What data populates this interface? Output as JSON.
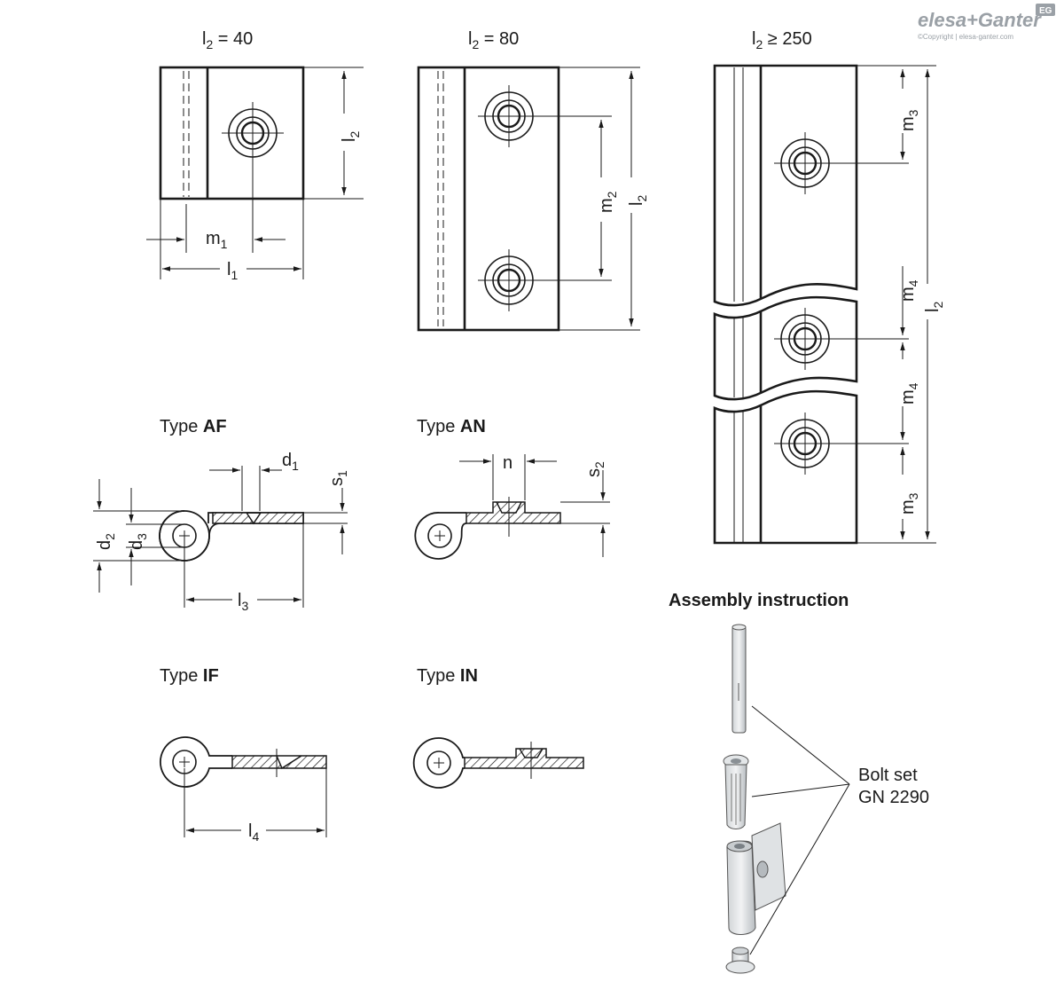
{
  "brand": {
    "name": "elesa+Ganter",
    "copyright": "©Copyright | elesa-ganter.com",
    "badge": "EG"
  },
  "views": {
    "l2_40": {
      "title_sym": "l",
      "title_sub": "2",
      "title_rest": " = 40"
    },
    "l2_80": {
      "title_sym": "l",
      "title_sub": "2",
      "title_rest": " = 80"
    },
    "l2_250": {
      "title_sym": "l",
      "title_sub": "2",
      "title_rest": " ≥ 250"
    }
  },
  "dims": {
    "l1": {
      "sym": "l",
      "sub": "1"
    },
    "l2": {
      "sym": "l",
      "sub": "2"
    },
    "l3": {
      "sym": "l",
      "sub": "3"
    },
    "l4": {
      "sym": "l",
      "sub": "4"
    },
    "m1": {
      "sym": "m",
      "sub": "1"
    },
    "m2": {
      "sym": "m",
      "sub": "2"
    },
    "m3": {
      "sym": "m",
      "sub": "3"
    },
    "m4": {
      "sym": "m",
      "sub": "4"
    },
    "d1": {
      "sym": "d",
      "sub": "1"
    },
    "d2": {
      "sym": "d",
      "sub": "2"
    },
    "d3": {
      "sym": "d",
      "sub": "3"
    },
    "s1": {
      "sym": "s",
      "sub": "1"
    },
    "s2": {
      "sym": "s",
      "sub": "2"
    },
    "n": {
      "sym": "n"
    }
  },
  "types": {
    "AF": {
      "prefix": "Type ",
      "code": "AF"
    },
    "AN": {
      "prefix": "Type ",
      "code": "AN"
    },
    "IF": {
      "prefix": "Type ",
      "code": "IF"
    },
    "IN": {
      "prefix": "Type ",
      "code": "IN"
    }
  },
  "assembly": {
    "title": "Assembly instruction",
    "bolt_set_line1": "Bolt set",
    "bolt_set_line2": "GN 2290"
  }
}
